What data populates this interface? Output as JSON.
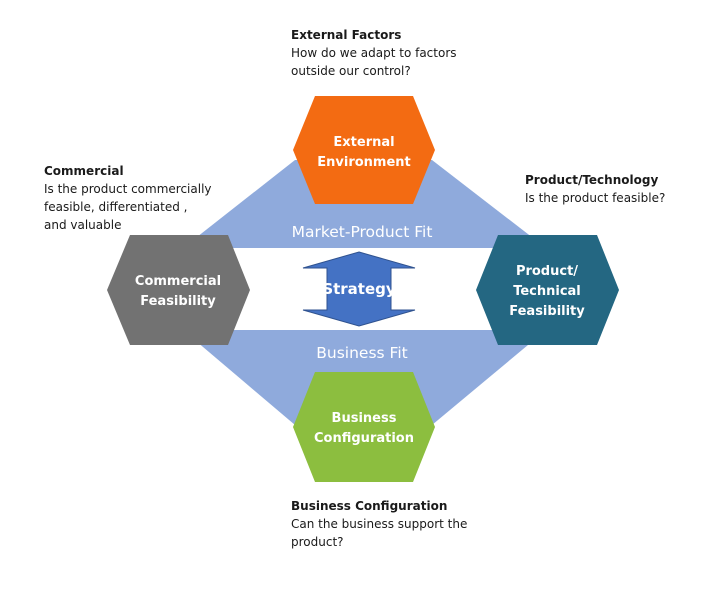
{
  "colors": {
    "band": "#8FAADC",
    "band_dark": "#7F9FD6",
    "external": "#F36B12",
    "commercial": "#727272",
    "technical": "#246782",
    "business": "#8CBE3F",
    "strategy_arrow": "#4472C4",
    "strategy_arrow_border": "#2F528F"
  },
  "hexagons": {
    "external": {
      "line1": "External",
      "line2": "Environment"
    },
    "commercial": {
      "line1": "Commercial",
      "line2": "Feasibility"
    },
    "technical": {
      "line1": "Product/",
      "line2": "Technical",
      "line3": "Feasibility"
    },
    "business": {
      "line1": "Business",
      "line2": "Configuration"
    }
  },
  "bands": {
    "market_product_fit": "Market-Product Fit",
    "business_fit": "Business Fit"
  },
  "strategy": {
    "label": "Strategy"
  },
  "annotations": {
    "external": {
      "title": "External Factors",
      "line1": "How do we adapt to factors",
      "line2": "outside our control?"
    },
    "commercial": {
      "title": "Commercial",
      "line1": "Is the product commercially",
      "line2": "feasible, differentiated ,",
      "line3": "and valuable"
    },
    "technical": {
      "title": "Product/Technology",
      "line1": "Is the product feasible?"
    },
    "business": {
      "title": "Business Configuration",
      "line1": "Can the business support the",
      "line2": "product?"
    }
  }
}
